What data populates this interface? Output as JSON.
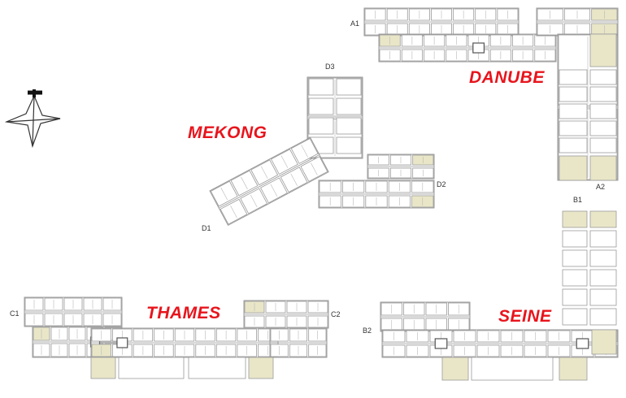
{
  "colors": {
    "label": "#e8141c",
    "unit_outline": "#9a9a9a",
    "highlight_fill": "#e9e6c8",
    "core_fill": "#ffffff",
    "compass": "#333333"
  },
  "icons": {
    "compass": "north-compass-icon"
  },
  "zones": [
    {
      "id": "danube",
      "label": "DANUBE"
    },
    {
      "id": "mekong",
      "label": "MEKONG"
    },
    {
      "id": "thames",
      "label": "THAMES"
    },
    {
      "id": "seine",
      "label": "SEINE"
    }
  ],
  "blocks": [
    {
      "id": "a1",
      "label": "A1"
    },
    {
      "id": "a2",
      "label": "A2"
    },
    {
      "id": "b1",
      "label": "B1"
    },
    {
      "id": "b2",
      "label": "B2"
    },
    {
      "id": "c1",
      "label": "C1"
    },
    {
      "id": "c2",
      "label": "C2"
    },
    {
      "id": "d1",
      "label": "D1"
    },
    {
      "id": "d2",
      "label": "D2"
    },
    {
      "id": "d3",
      "label": "D3"
    }
  ]
}
